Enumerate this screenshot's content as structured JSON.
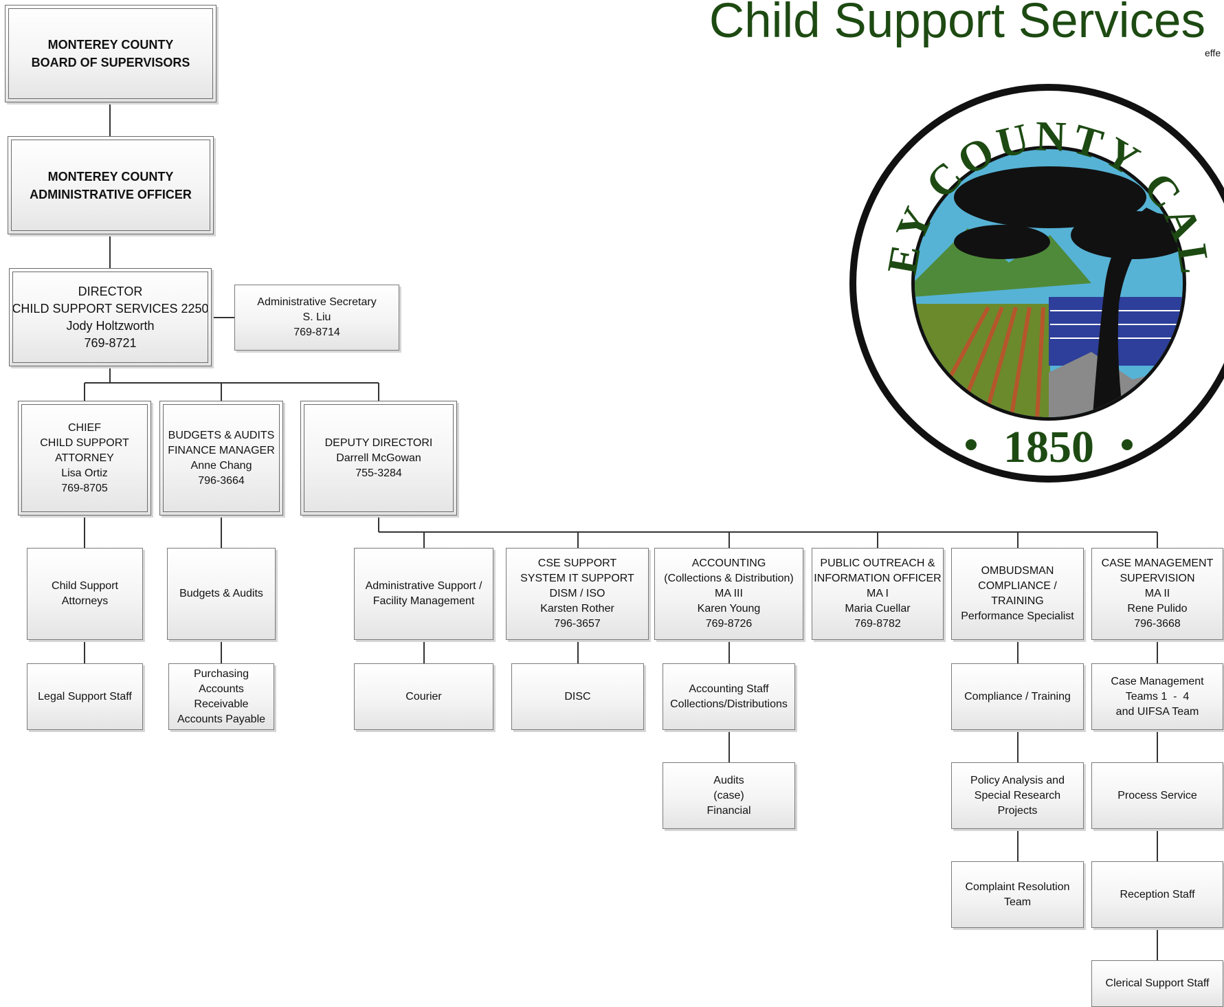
{
  "header": {
    "title": "Child Support Services",
    "effective_fragment": "effe"
  },
  "seal": {
    "top_text": "MONTEREY COUNTY CALIFORNIA",
    "year": "1850",
    "ring_color": "#1d4a12"
  },
  "org": {
    "board": [
      "MONTEREY COUNTY",
      "BOARD OF SUPERVISORS"
    ],
    "cao": [
      "MONTEREY COUNTY",
      "ADMINISTRATIVE OFFICER"
    ],
    "director": [
      "DIRECTOR",
      "CHILD SUPPORT SERVICES 2250",
      "Jody Holtzworth",
      "769-8721"
    ],
    "admin_secretary": [
      "Administrative Secretary",
      "S. Liu",
      "769-8714"
    ],
    "chief_attorney": [
      "CHIEF",
      "CHILD SUPPORT",
      "ATTORNEY",
      "Lisa Ortiz",
      "769-8705"
    ],
    "budgets_manager": [
      "BUDGETS & AUDITS",
      "FINANCE MANAGER",
      "Anne Chang",
      "796-3664"
    ],
    "deputy_director": [
      "DEPUTY DIRECTORI",
      "Darrell McGowan",
      "755-3284"
    ],
    "child_support_attorneys": [
      "Child Support",
      "Attorneys"
    ],
    "legal_support_staff": [
      "Legal Support Staff"
    ],
    "budgets_audits": [
      "Budgets & Audits"
    ],
    "purchasing": [
      "Purchasing",
      "Accounts",
      "Receivable",
      "Accounts Payable"
    ],
    "admin_support": [
      "Administrative Support /",
      "Facility Management"
    ],
    "courier": [
      "Courier"
    ],
    "cse_support": [
      "CSE SUPPORT",
      "SYSTEM IT SUPPORT",
      "DISM / ISO",
      "Karsten Rother",
      "796-3657"
    ],
    "disc": [
      "DISC"
    ],
    "accounting": [
      "ACCOUNTING",
      "(Collections & Distribution)",
      "MA III",
      "Karen Young",
      "769-8726"
    ],
    "accounting_staff": [
      "Accounting Staff",
      "Collections/Distributions"
    ],
    "audits": [
      "Audits",
      "(case)",
      "Financial"
    ],
    "public_outreach": [
      "PUBLIC OUTREACH &",
      "INFORMATION OFFICER",
      "MA I",
      "Maria Cuellar",
      "769-8782"
    ],
    "ombudsman": [
      "OMBUDSMAN",
      "COMPLIANCE /",
      "TRAINING",
      "Performance Specialist"
    ],
    "compliance_training": [
      "Compliance / Training"
    ],
    "policy_analysis": [
      "Policy Analysis and",
      "Special Research",
      "Projects"
    ],
    "complaint_resolution": [
      "Complaint Resolution",
      "Team"
    ],
    "case_management": [
      "CASE MANAGEMENT",
      "SUPERVISION",
      "MA II",
      "Rene Pulido",
      "796-3668"
    ],
    "case_teams": [
      "Case Management",
      "Teams 1  -  4",
      "and UIFSA Team"
    ],
    "process_service": [
      "Process Service"
    ],
    "reception_staff": [
      "Reception Staff"
    ],
    "clerical_support": [
      "Clerical Support Staff"
    ]
  }
}
